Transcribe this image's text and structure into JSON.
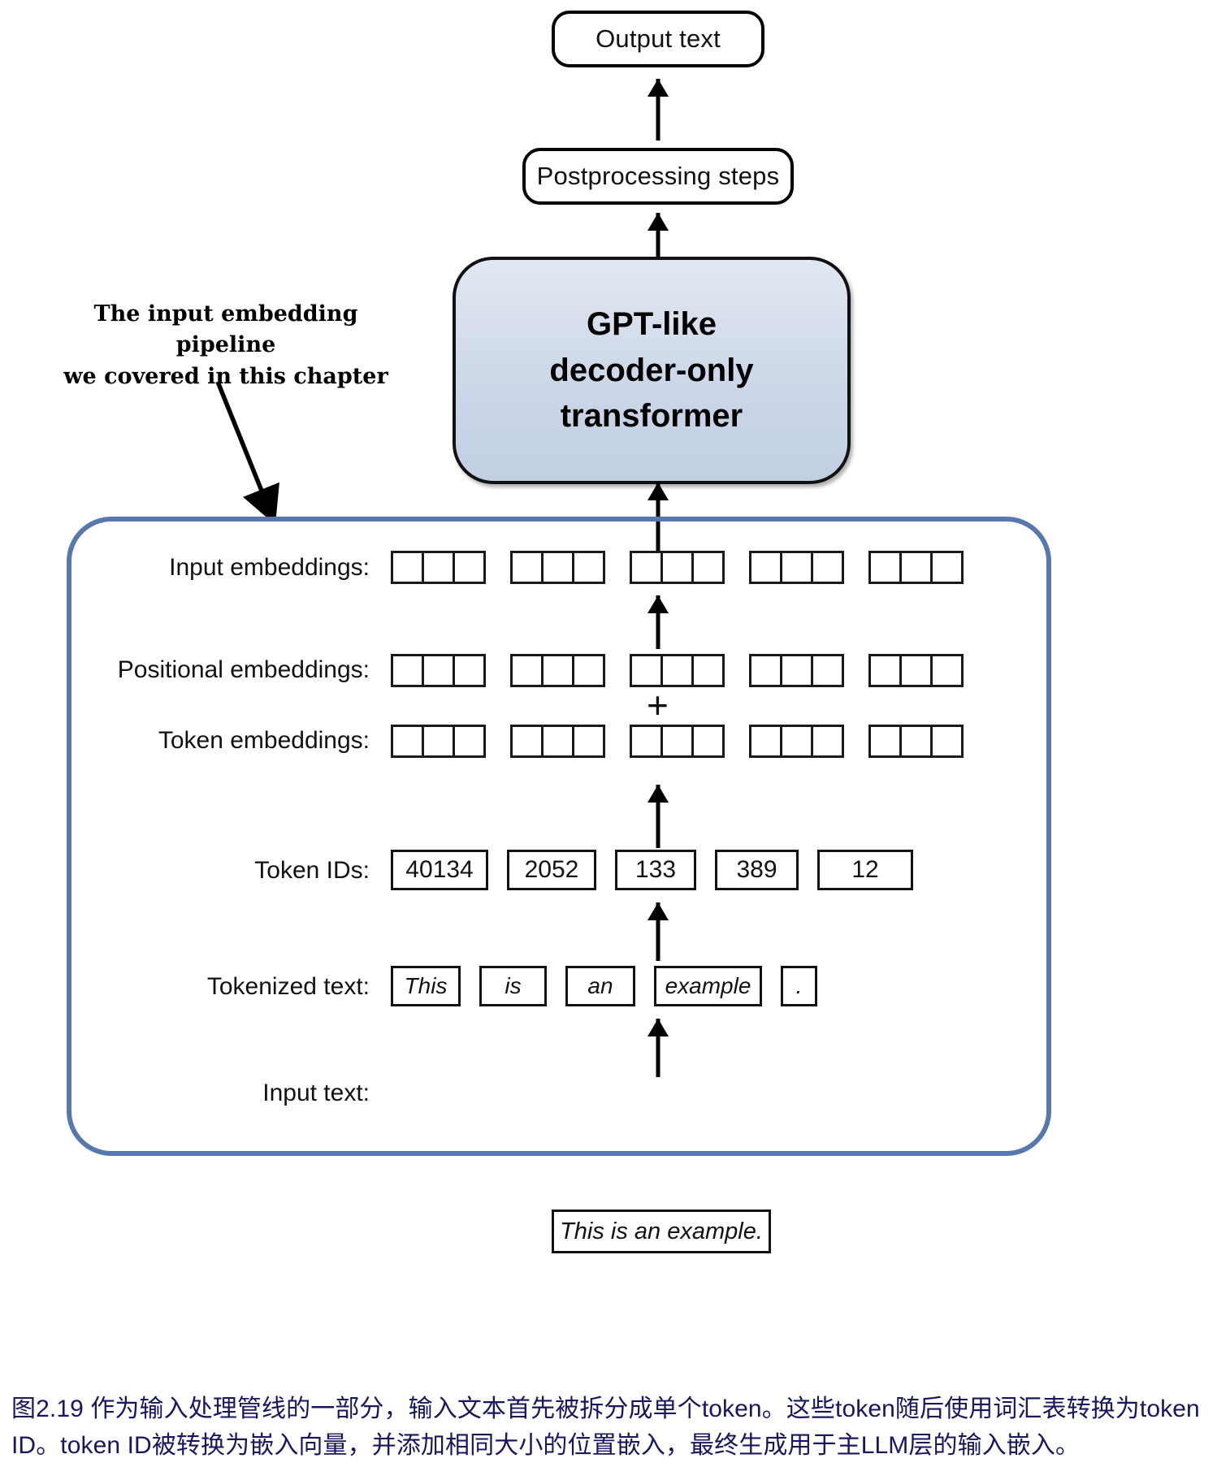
{
  "diagram": {
    "output_text_label": "Output text",
    "postprocessing_label": "Postprocessing steps",
    "gpt_box_label": "GPT-like\ndecoder-only\ntransformer",
    "annotation": "The input embedding pipeline\nwe covered in this chapter",
    "rows": {
      "input_embeddings_label": "Input embeddings:",
      "positional_embeddings_label": "Positional embeddings:",
      "token_embeddings_label": "Token embeddings:",
      "token_ids_label": "Token IDs:",
      "tokenized_text_label": "Tokenized text:",
      "input_text_label": "Input text:"
    },
    "plus_symbol": "+",
    "token_ids": [
      "40134",
      "2052",
      "133",
      "389",
      "12"
    ],
    "tokens": [
      "This",
      "is",
      "an",
      "example",
      "."
    ],
    "input_text": "This is an example.",
    "embedding_cells_per_group": 3,
    "embedding_groups": 5,
    "colors": {
      "pipeline_border": "#5878ab",
      "gpt_box_fill": "#ccd7e8",
      "outline": "#111111",
      "caption_text": "#16175c"
    }
  },
  "caption": {
    "text": "图2.19 作为输入处理管线的一部分，输入文本首先被拆分成单个token。这些token随后使用词汇表转换为token ID。token ID被转换为嵌入向量，并添加相同大小的位置嵌入，最终生成用于主LLM层的输入嵌入。"
  }
}
